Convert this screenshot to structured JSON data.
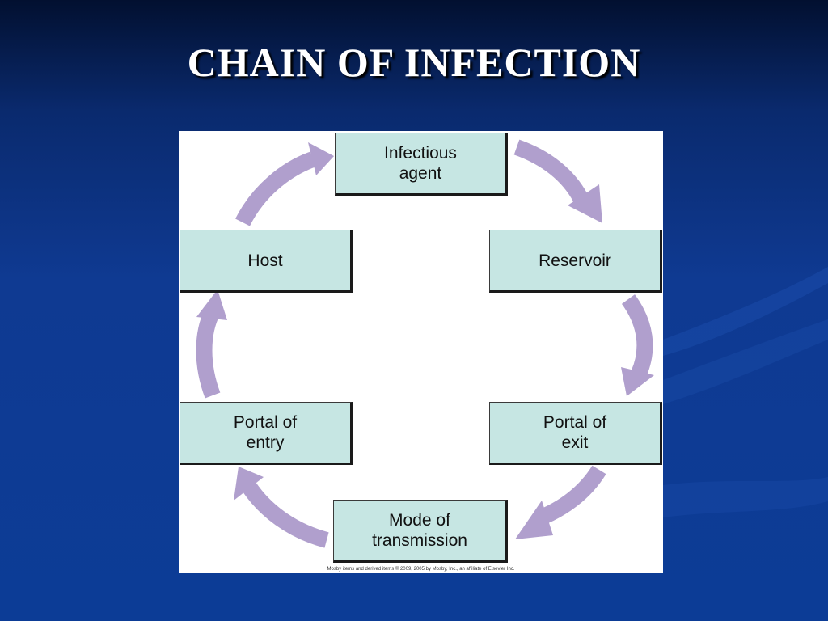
{
  "slide": {
    "title": "CHAIN OF INFECTION"
  },
  "diagram": {
    "nodes": {
      "infectious_agent": "Infectious\nagent",
      "reservoir": "Reservoir",
      "portal_of_exit": "Portal of\nexit",
      "mode_of_transmission": "Mode of\ntransmission",
      "portal_of_entry": "Portal of\nentry",
      "host": "Host"
    },
    "credit": "Mosby items and derived items © 2009, 2005 by Mosby, Inc., an affiliate of Elsevier Inc."
  },
  "colors": {
    "node_fill": "#c6e6e3",
    "arrow": "#b09fcd",
    "background": "#0f3a92"
  }
}
